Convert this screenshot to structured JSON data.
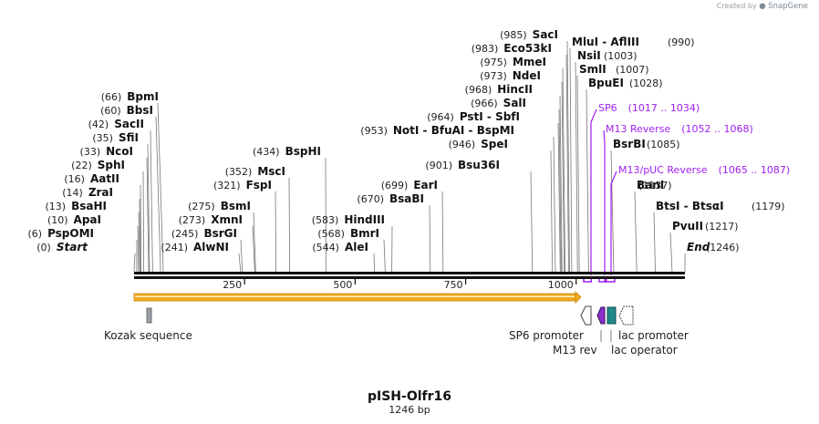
{
  "credit": {
    "prefix": "Created by",
    "brand": "SnapGene"
  },
  "plasmid": {
    "name": "pISH-Olfr16",
    "length_label": "1246 bp",
    "length": 1246
  },
  "colors": {
    "primer": "#a020f0",
    "arrow_fill": "#f0a81e",
    "backbone": "#111111"
  },
  "sites": [
    {
      "name": "Start",
      "pos": 0,
      "pos_label": "(0)",
      "italic": true
    },
    {
      "name": "PspOMI",
      "pos": 6,
      "pos_label": "(6)"
    },
    {
      "name": "ApaI",
      "pos": 10,
      "pos_label": "(10)"
    },
    {
      "name": "BsaHI",
      "pos": 13,
      "pos_label": "(13)"
    },
    {
      "name": "ZraI",
      "pos": 14,
      "pos_label": "(14)"
    },
    {
      "name": "AatII",
      "pos": 16,
      "pos_label": "(16)"
    },
    {
      "name": "SphI",
      "pos": 22,
      "pos_label": "(22)"
    },
    {
      "name": "NcoI",
      "pos": 33,
      "pos_label": "(33)"
    },
    {
      "name": "SfiI",
      "pos": 35,
      "pos_label": "(35)"
    },
    {
      "name": "SacII",
      "pos": 42,
      "pos_label": "(42)"
    },
    {
      "name": "BbsI",
      "pos": 60,
      "pos_label": "(60)"
    },
    {
      "name": "BpmI",
      "pos": 66,
      "pos_label": "(66)"
    },
    {
      "name": "AlwNI",
      "pos": 241,
      "pos_label": "(241)"
    },
    {
      "name": "BsrGI",
      "pos": 245,
      "pos_label": "(245)"
    },
    {
      "name": "XmnI",
      "pos": 273,
      "pos_label": "(273)"
    },
    {
      "name": "BsmI",
      "pos": 275,
      "pos_label": "(275)"
    },
    {
      "name": "FspI",
      "pos": 321,
      "pos_label": "(321)"
    },
    {
      "name": "MscI",
      "pos": 352,
      "pos_label": "(352)"
    },
    {
      "name": "BspHI",
      "pos": 434,
      "pos_label": "(434)"
    },
    {
      "name": "AleI",
      "pos": 544,
      "pos_label": "(544)"
    },
    {
      "name": "BmrI",
      "pos": 568,
      "pos_label": "(568)"
    },
    {
      "name": "HindIII",
      "pos": 583,
      "pos_label": "(583)"
    },
    {
      "name": "BsaBI",
      "pos": 670,
      "pos_label": "(670)"
    },
    {
      "name": "EarI",
      "pos": 699,
      "pos_label": "(699)"
    },
    {
      "name": "Bsu36I",
      "pos": 901,
      "pos_label": "(901)"
    },
    {
      "name": "SpeI",
      "pos": 946,
      "pos_label": "(946)"
    },
    {
      "name": "NotI  -  BfuAI  -  BspMI",
      "pos": 953,
      "pos_label": "(953)"
    },
    {
      "name": "PstI  -  SbfI",
      "pos": 964,
      "pos_label": "(964)"
    },
    {
      "name": "SalI",
      "pos": 966,
      "pos_label": "(966)"
    },
    {
      "name": "HincII",
      "pos": 968,
      "pos_label": "(968)"
    },
    {
      "name": "NdeI",
      "pos": 973,
      "pos_label": "(973)"
    },
    {
      "name": "MmeI",
      "pos": 975,
      "pos_label": "(975)"
    },
    {
      "name": "Eco53kI",
      "pos": 983,
      "pos_label": "(983)"
    },
    {
      "name": "SacI",
      "pos": 985,
      "pos_label": "(985)"
    },
    {
      "name": "MluI  -  AflIII",
      "pos": 990,
      "pos_label": "(990)"
    },
    {
      "name": "NsiI",
      "pos": 1003,
      "pos_label": "(1003)"
    },
    {
      "name": "SmlI",
      "pos": 1007,
      "pos_label": "(1007)"
    },
    {
      "name": "BpuEI",
      "pos": 1028,
      "pos_label": "(1028)"
    },
    {
      "name": "BsrBI",
      "pos": 1085,
      "pos_label": "(1085)"
    },
    {
      "name": "BanI",
      "pos": 1137,
      "pos_label": "(1137)"
    },
    {
      "name": "BtsI  -  BtsαI",
      "pos": 1179,
      "pos_label": "(1179)"
    },
    {
      "name": "PvuII",
      "pos": 1217,
      "pos_label": "(1217)"
    },
    {
      "name": "End",
      "pos": 1246,
      "pos_label": "(1246)",
      "italic": true
    }
  ],
  "primers": [
    {
      "name": "SP6",
      "range_label": "(1017 .. 1034)",
      "start": 1017,
      "end": 1034
    },
    {
      "name": "M13 Reverse",
      "range_label": "(1052 .. 1068)",
      "start": 1052,
      "end": 1068
    },
    {
      "name": "M13/pUC Reverse",
      "range_label": "(1065 .. 1087)",
      "start": 1065,
      "end": 1087
    }
  ],
  "ticks": [
    250,
    500,
    750,
    1000
  ],
  "features": [
    {
      "name": "Kozak sequence",
      "type": "misc"
    },
    {
      "name": "SP6 promoter",
      "type": "promoter"
    },
    {
      "name": "M13 rev",
      "type": "primer_bind"
    },
    {
      "name": "lac operator",
      "type": "operator"
    },
    {
      "name": "lac promoter",
      "type": "promoter"
    }
  ]
}
